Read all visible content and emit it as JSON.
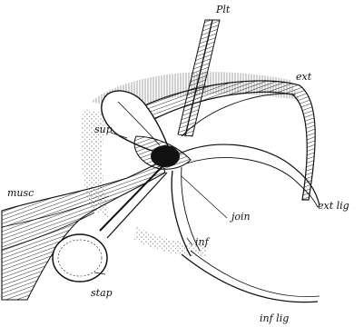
{
  "figure": {
    "ink_color": "#111111",
    "paper_color": "#ffffff"
  },
  "labels": {
    "plt": "Plt",
    "ext": "ext",
    "sup": "sup",
    "join": "join",
    "ext_lig": "ext lig",
    "inf": "inf",
    "musc": "musc",
    "stap": "stap",
    "inf_lig": "inf lig"
  }
}
